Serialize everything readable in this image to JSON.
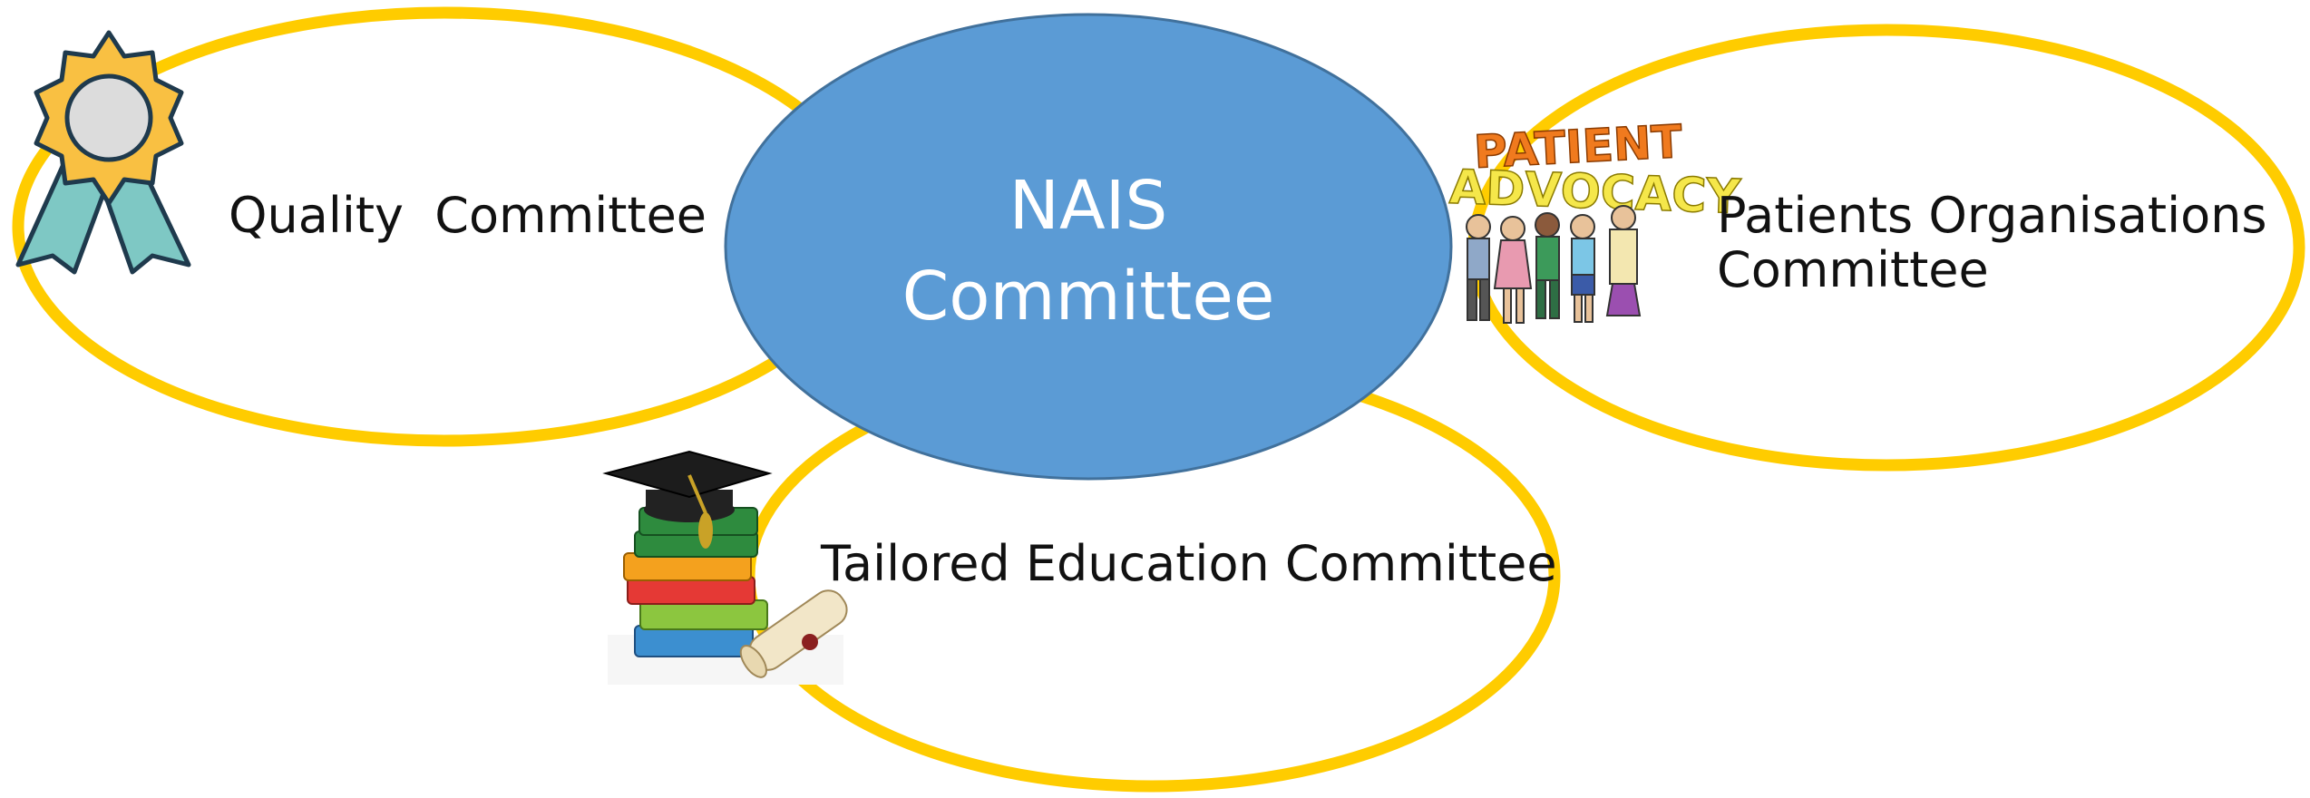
{
  "diagram": {
    "center": {
      "label_line1": "NAIS",
      "label_line2": "Committee",
      "fill_color": "#5B9BD5",
      "stroke_color": "#41719C"
    },
    "satellites": [
      {
        "id": "quality",
        "label": "Quality  Committee",
        "icon": "award-ribbon-icon"
      },
      {
        "id": "patients",
        "label_line1": "Patients Organisations",
        "label_line2": "Committee",
        "icon": "patient-advocacy-icon",
        "icon_text_line1": "PATIENT",
        "icon_text_line2": "ADVOCACY"
      },
      {
        "id": "education",
        "label": "Tailored Education Committee",
        "icon": "graduation-books-icon"
      }
    ],
    "ring_color": "#FFCC00"
  }
}
